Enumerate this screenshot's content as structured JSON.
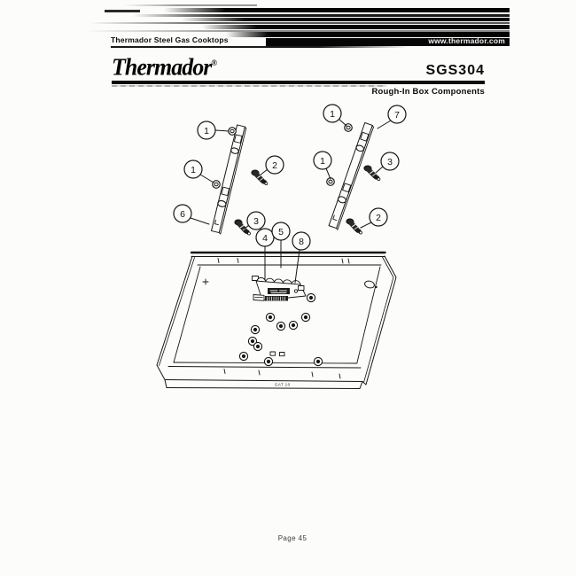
{
  "header": {
    "product_line": "Thermador Steel Gas Cooktops",
    "website": "www.thermador.com",
    "brand": "Thermador",
    "registered_mark": "®",
    "model": "SGS304",
    "section_title": "Rough-In Box Components"
  },
  "diagram": {
    "description": "Exploded parts view: two mounting rails with screws and gas valve fittings above an open rough-in sheet-metal box with grommet holes and a terminal block",
    "callouts": [
      {
        "label": "1",
        "part": "screw-left-rail-top"
      },
      {
        "label": "1",
        "part": "screw-left-rail-mid"
      },
      {
        "label": "6",
        "part": "left-mounting-rail"
      },
      {
        "label": "2",
        "part": "fitting-left-upper"
      },
      {
        "label": "3",
        "part": "fitting-left-lower"
      },
      {
        "label": "4",
        "part": "terminal-block"
      },
      {
        "label": "5",
        "part": "rough-in-box-interior"
      },
      {
        "label": "8",
        "part": "terminal-block-connector"
      },
      {
        "label": "1",
        "part": "screw-right-rail-top"
      },
      {
        "label": "7",
        "part": "right-mounting-rail"
      },
      {
        "label": "1",
        "part": "screw-right-rail-mid"
      },
      {
        "label": "3",
        "part": "fitting-right-upper"
      },
      {
        "label": "2",
        "part": "fitting-right-lower"
      }
    ],
    "box_stamp": "GAT 10"
  },
  "footer": {
    "page_label": "Page 45"
  },
  "colors": {
    "ink": "#161616",
    "paper": "#fcfcfa",
    "scan_black": "#060606"
  }
}
